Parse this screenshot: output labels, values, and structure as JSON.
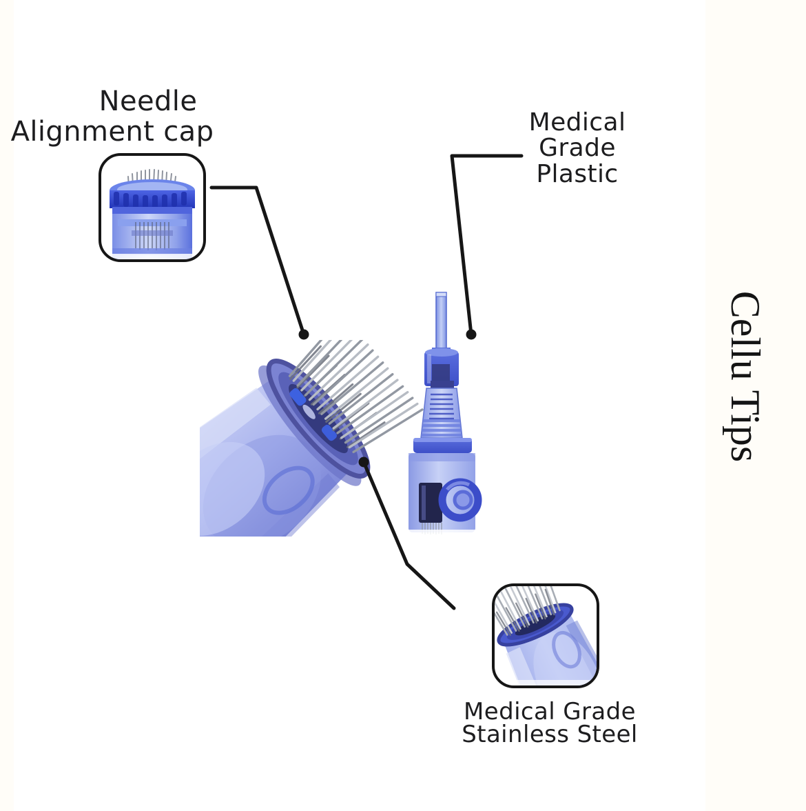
{
  "title": {
    "label": "Cellu Tips"
  },
  "callouts": {
    "cap": {
      "line1": "Needle",
      "line2": "Alignment cap"
    },
    "plastic": {
      "line1": "Medical",
      "line2": "Grade",
      "line3": "Plastic"
    },
    "steel": {
      "line1": "Medical Grade",
      "line2": "Stainless Steel"
    }
  },
  "figures": {
    "cap_inset": "close-up of needle alignment cap",
    "main_photo": "tilted cartridge head with stainless micro-needles",
    "cartridge": "full needle cartridge side view",
    "steel_inset": "close-up of stainless steel needle tip"
  },
  "palette": {
    "page_background": "#fffdf8",
    "canvas_background": "#ffffff",
    "label_text": "#1d1d1f",
    "title_text": "#141414",
    "line_black": "#161616",
    "deep_blue": "#2f44c9",
    "royal_blue": "#4558d2",
    "periwinkle": "#a9b5ee",
    "light_periwinkle": "#cdd6f7",
    "needle_steel": "#989da7"
  }
}
